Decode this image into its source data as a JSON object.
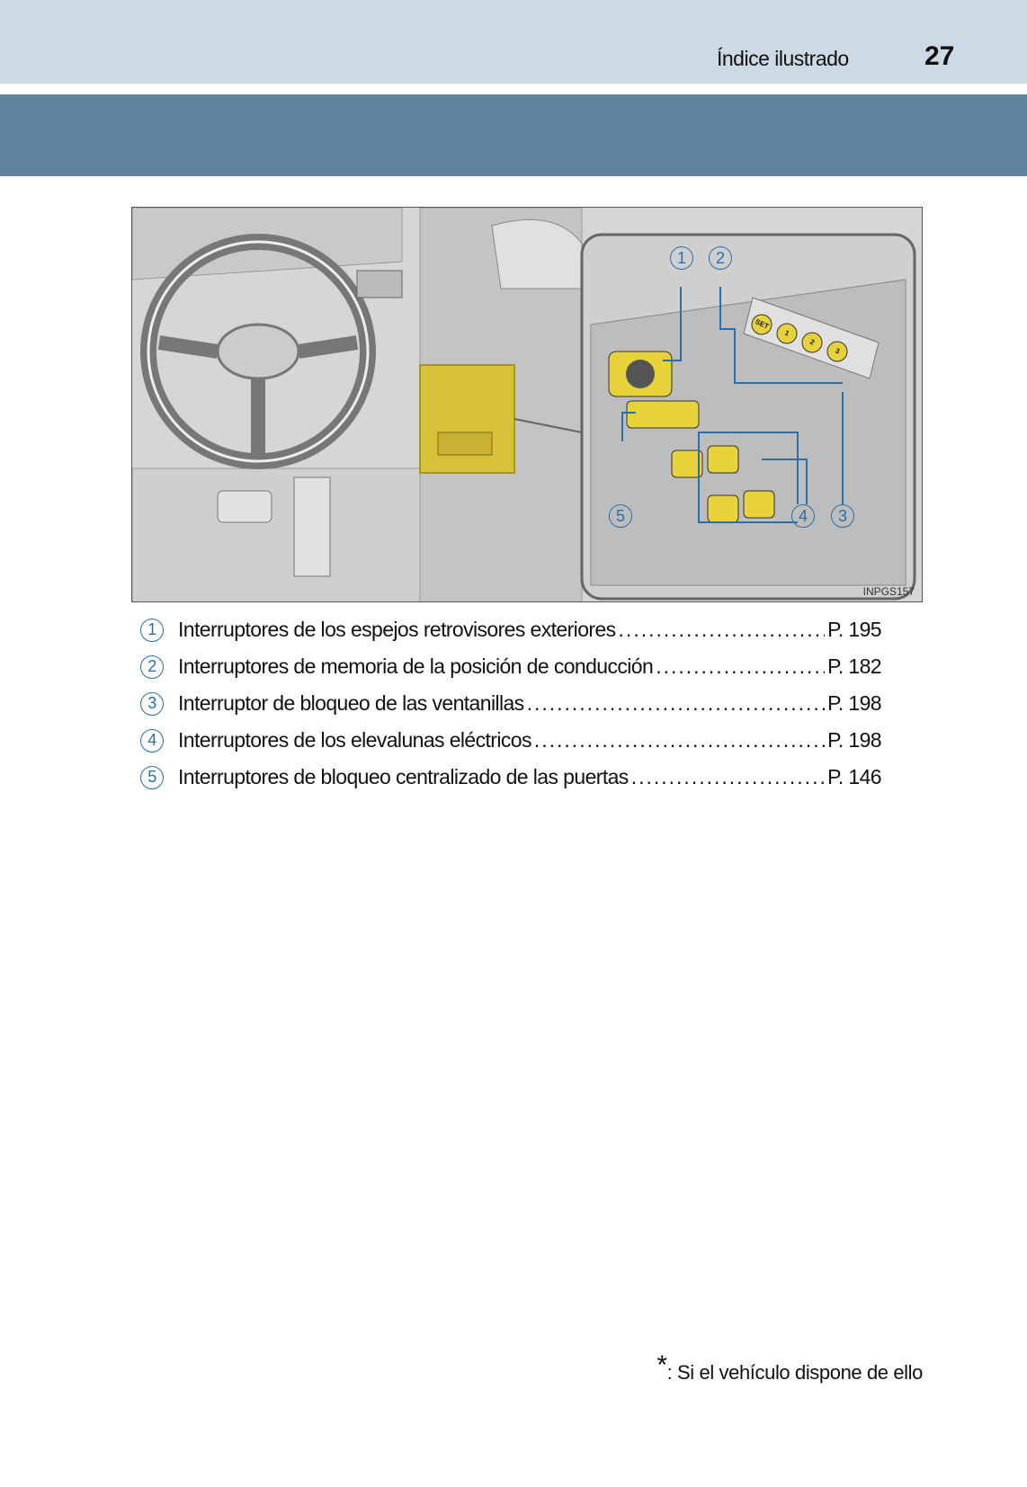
{
  "header": {
    "section_title": "Índice ilustrado",
    "page_number": "27"
  },
  "figure": {
    "code": "INPGS157",
    "callouts": [
      "1",
      "2",
      "3",
      "4",
      "5"
    ],
    "memory_buttons": [
      "SET",
      "1",
      "2",
      "3"
    ]
  },
  "items": [
    {
      "num": "1",
      "label": "Interruptores de los espejos retrovisores exteriores",
      "ref": "P. 195"
    },
    {
      "num": "2",
      "label": "Interruptores de memoria de la posición de conducción",
      "ref": "P. 182"
    },
    {
      "num": "3",
      "label": "Interruptor de bloqueo de las ventanillas",
      "ref": "P. 198"
    },
    {
      "num": "4",
      "label": "Interruptores de los elevalunas eléctricos",
      "ref": "P. 198"
    },
    {
      "num": "5",
      "label": "Interruptores de bloqueo centralizado de las puertas",
      "ref": "P. 146"
    }
  ],
  "footnote": {
    "symbol": "*",
    "text": ": Si el vehículo dispone de ello"
  },
  "colors": {
    "top_band": "#cdd9e4",
    "dark_band": "#5f829d",
    "callout": "#2a6fa8",
    "highlight": "#e8d23c"
  }
}
